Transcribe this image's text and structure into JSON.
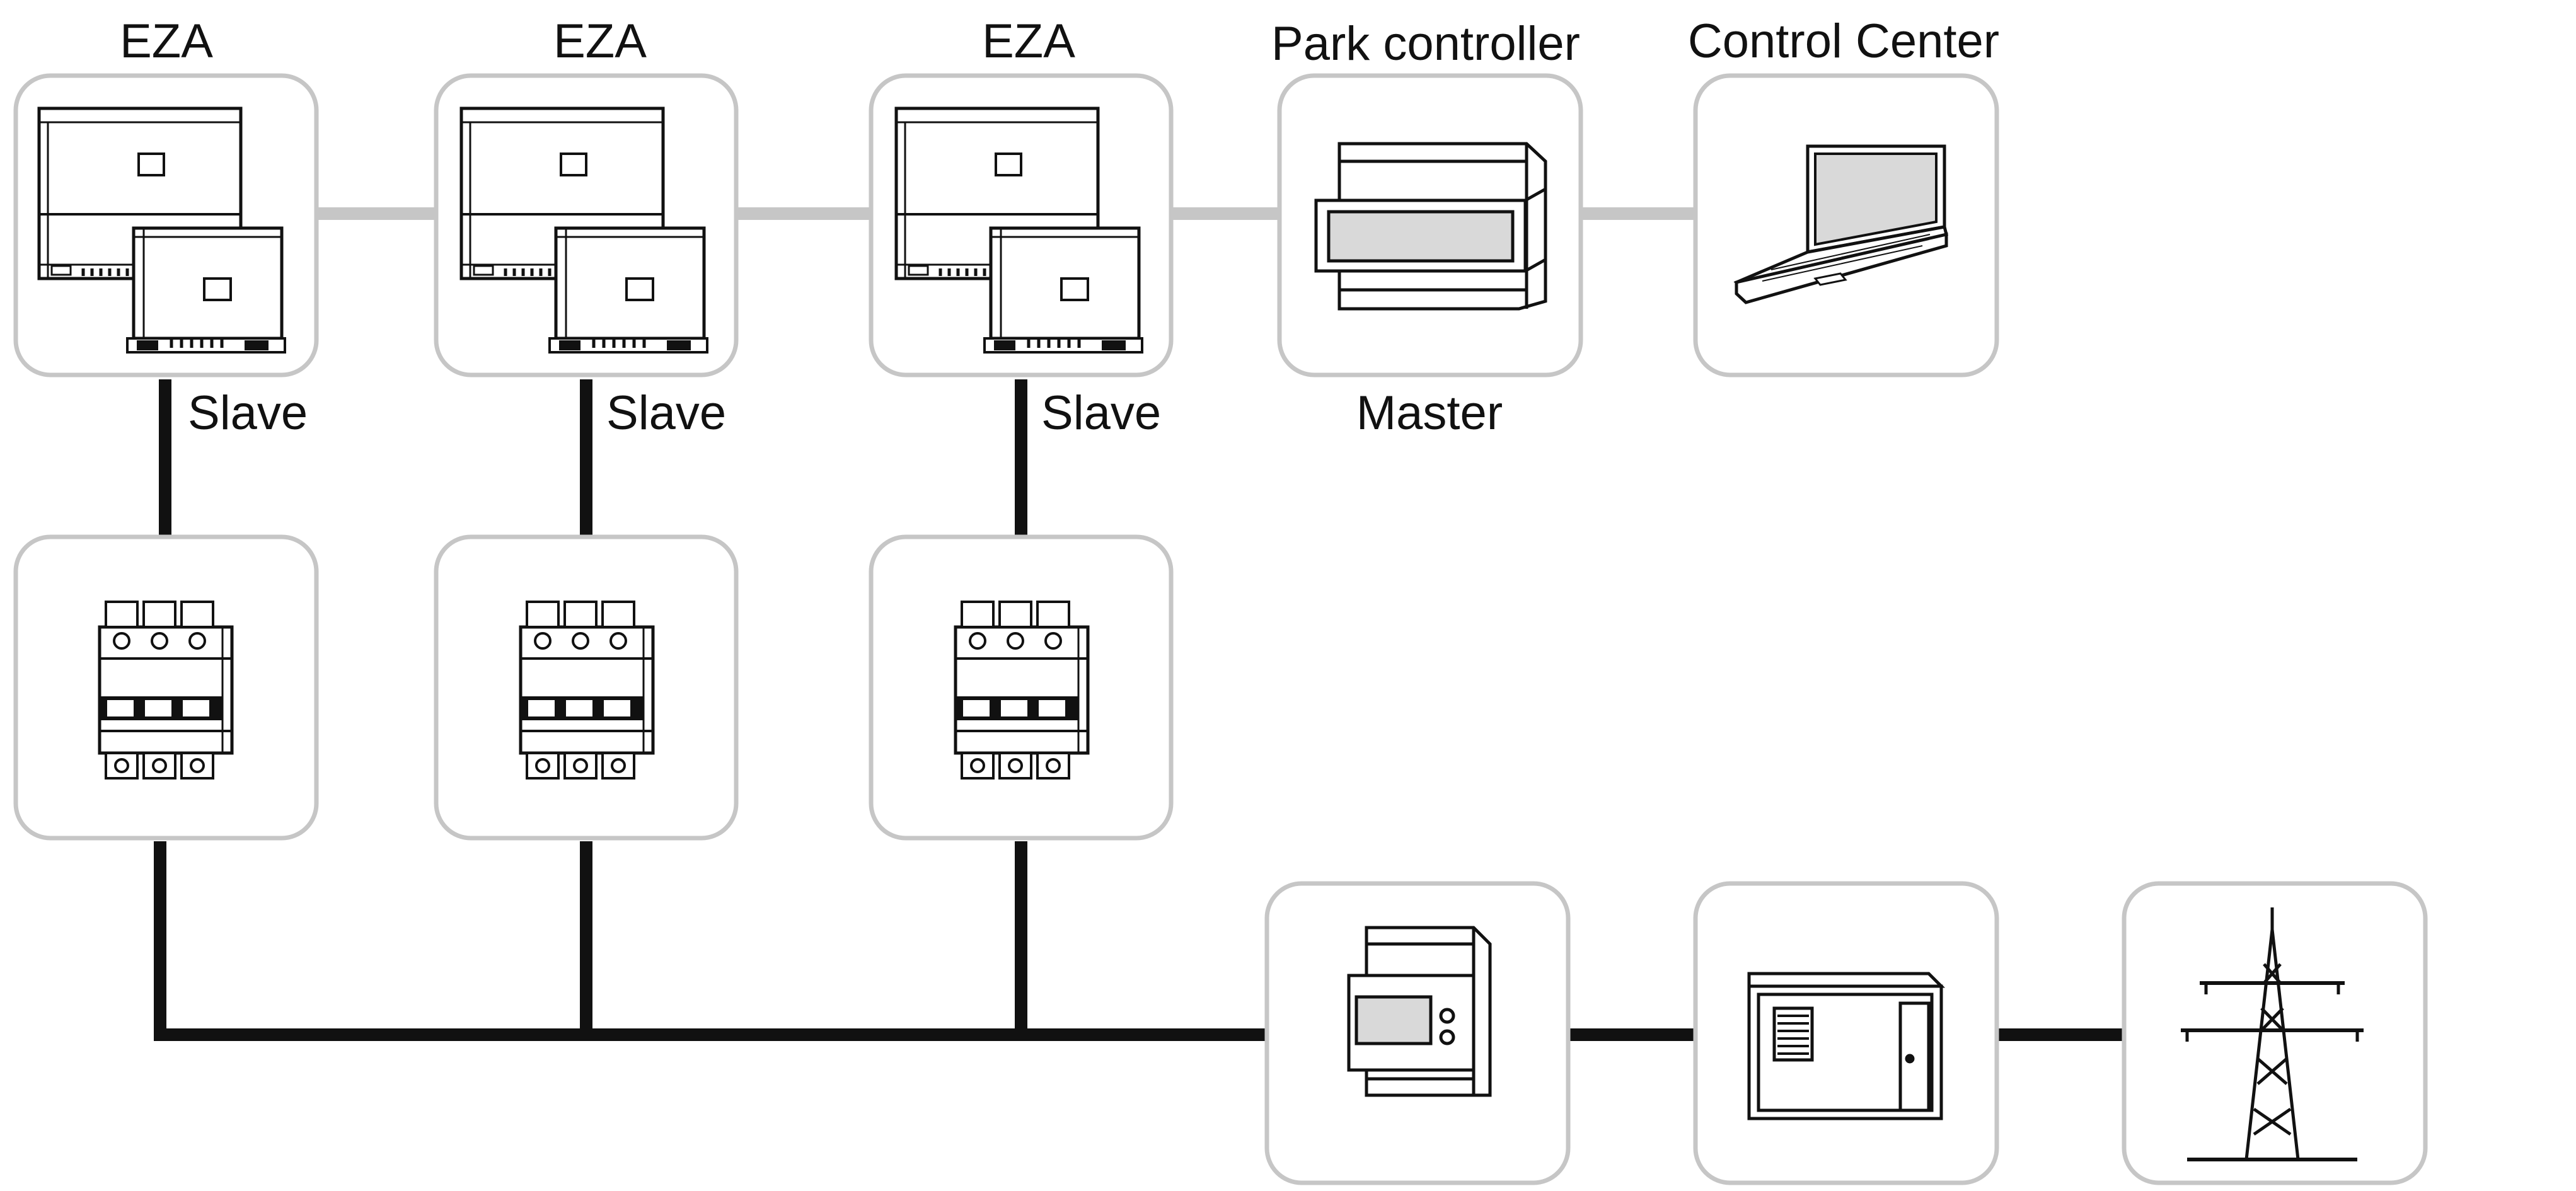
{
  "colors": {
    "box_border": "#c6c6c6",
    "data_line": "#c6c6c6",
    "power_line": "#111111",
    "icon_stroke": "#111111",
    "screen_fill": "#d9d9d9"
  },
  "labels": {
    "eza_1": "EZA",
    "eza_2": "EZA",
    "eza_3": "EZA",
    "park_controller": "Park controller",
    "control_center": "Control Center",
    "slave_1": "Slave",
    "slave_2": "Slave",
    "slave_3": "Slave",
    "master": "Master"
  },
  "icons": {
    "inverter": "inverter-icon",
    "park_controller": "park-controller-icon",
    "laptop": "laptop-icon",
    "circuit_breaker": "circuit-breaker-icon",
    "energy_meter": "energy-meter-icon",
    "transformer_station": "transformer-station-icon",
    "power_pylon": "power-pylon-icon"
  }
}
